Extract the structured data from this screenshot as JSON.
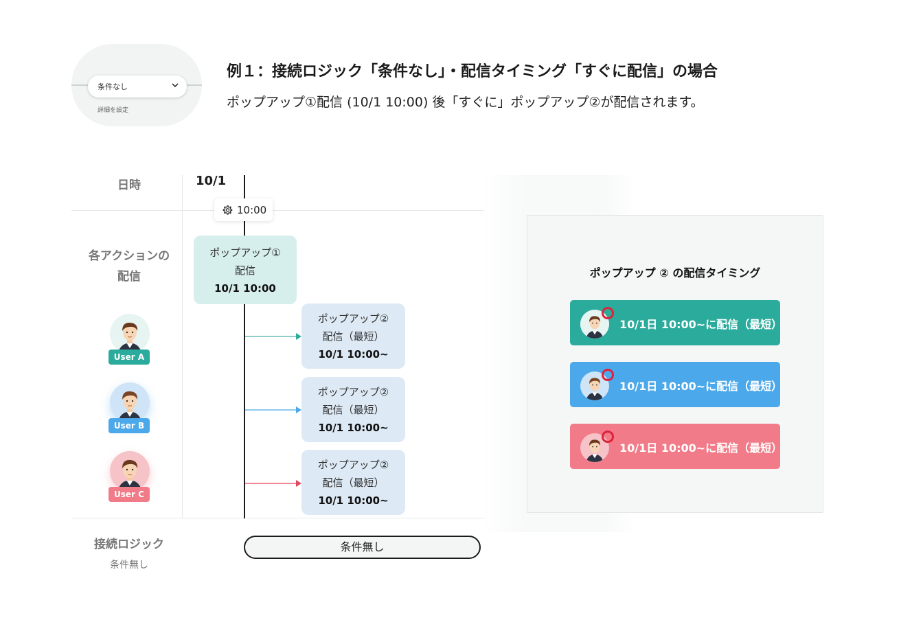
{
  "thumbnail": {
    "select_value": "条件なし",
    "detail_link": "詳細を設定"
  },
  "heading": "例１：接続ロジック「条件なし」・配信タイミング「すぐに配信」の場合",
  "subheading": "ポップアップ①配信 (10/1 10:00) 後「すぐに」ポップアップ②が配信されます。",
  "timeline": {
    "row_labels": {
      "datetime": "日時",
      "action_delivery_line1": "各アクションの",
      "action_delivery_line2": "配信"
    },
    "date": "10/1",
    "time_badge": "10:00",
    "main_card": {
      "line1": "ポップアップ①",
      "line2": "配信",
      "line3": "10/1 10:00"
    },
    "user_cards": [
      {
        "line1": "ポップアップ②",
        "line2": "配信（最短）",
        "line3": "10/1 10:00~"
      },
      {
        "line1": "ポップアップ②",
        "line2": "配信（最短）",
        "line3": "10/1 10:00~"
      },
      {
        "line1": "ポップアップ②",
        "line2": "配信（最短）",
        "line3": "10/1 10:00~"
      }
    ],
    "users": [
      {
        "label": "User A",
        "color": "#2aab9b"
      },
      {
        "label": "User B",
        "color": "#4ba8ea"
      },
      {
        "label": "User C",
        "color": "#f17b88"
      }
    ]
  },
  "timing_panel": {
    "title": "ポップアップ ② の配信タイミング",
    "items": [
      {
        "text": "10/1日 10:00~に配信（最短）",
        "color": "#2aab9b"
      },
      {
        "text": "10/1日 10:00~に配信（最短）",
        "color": "#4ba8ea"
      },
      {
        "text": "10/1日 10:00~に配信（最短）",
        "color": "#f17b88"
      }
    ]
  },
  "logic": {
    "label": "接続ロジック",
    "sub": "条件無し",
    "value": "条件無し"
  }
}
